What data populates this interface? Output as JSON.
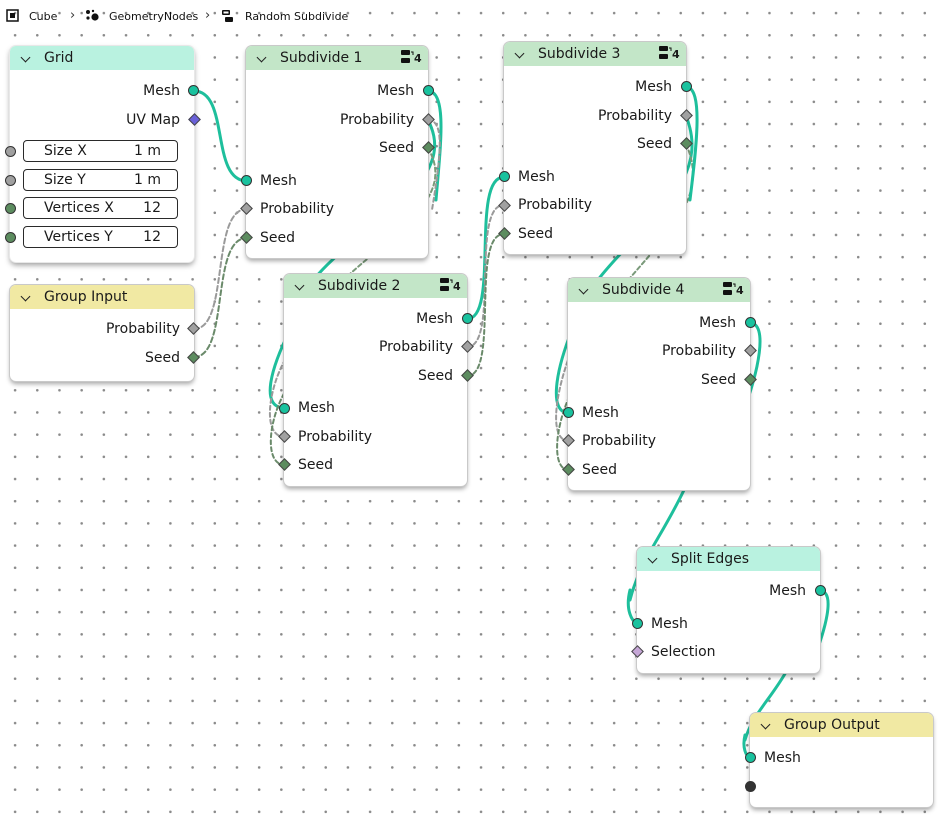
{
  "breadcrumb": {
    "object": "Cube",
    "modifier": "GeometryNodes",
    "node_group": "Random Subdivide"
  },
  "colors": {
    "link": "#1ebf9c",
    "geometry_header": "#b9f2e0",
    "subdivide_header": "#c3e6c8",
    "group_header": "#f1e9a3"
  },
  "nodes": {
    "grid": {
      "title": "Grid",
      "outputs": [
        "Mesh",
        "UV Map"
      ],
      "fields": [
        {
          "label": "Size X",
          "value": "1 m"
        },
        {
          "label": "Size Y",
          "value": "1 m"
        },
        {
          "label": "Vertices X",
          "value": "12"
        },
        {
          "label": "Vertices Y",
          "value": "12"
        }
      ]
    },
    "group_input": {
      "title": "Group Input",
      "outputs": [
        "Probability",
        "Seed"
      ]
    },
    "subdivide_1": {
      "title": "Subdivide 1",
      "badge": "4",
      "outputs": [
        "Mesh",
        "Probability",
        "Seed"
      ],
      "inputs": [
        "Mesh",
        "Probability",
        "Seed"
      ]
    },
    "subdivide_2": {
      "title": "Subdivide 2",
      "badge": "4",
      "outputs": [
        "Mesh",
        "Probability",
        "Seed"
      ],
      "inputs": [
        "Mesh",
        "Probability",
        "Seed"
      ]
    },
    "subdivide_3": {
      "title": "Subdivide 3",
      "badge": "4",
      "outputs": [
        "Mesh",
        "Probability",
        "Seed"
      ],
      "inputs": [
        "Mesh",
        "Probability",
        "Seed"
      ]
    },
    "subdivide_4": {
      "title": "Subdivide 4",
      "badge": "4",
      "outputs": [
        "Mesh",
        "Probability",
        "Seed"
      ],
      "inputs": [
        "Mesh",
        "Probability",
        "Seed"
      ]
    },
    "split_edges": {
      "title": "Split Edges",
      "outputs": [
        "Mesh"
      ],
      "inputs": [
        "Mesh",
        "Selection"
      ]
    },
    "group_output": {
      "title": "Group Output",
      "inputs": [
        "Mesh"
      ]
    }
  }
}
